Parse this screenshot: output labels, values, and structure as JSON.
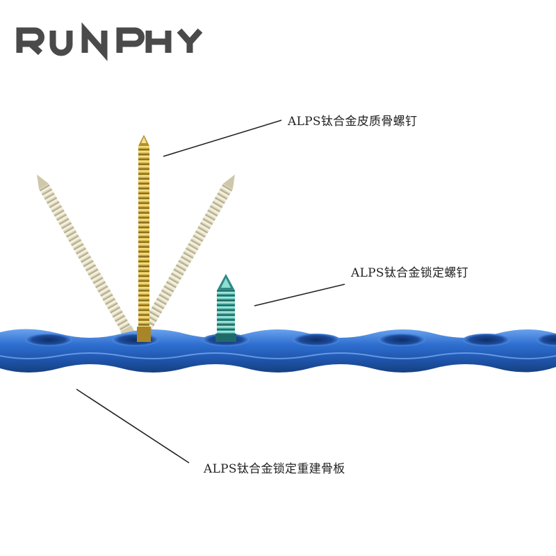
{
  "brand": {
    "logo_text": "RUNPHY",
    "color": "#4a4a4a"
  },
  "callouts": {
    "cortical_screw": "ALPS钛合金皮质骨螺钉",
    "locking_screw": "ALPS钛合金锁定螺钉",
    "reconstruction_plate": "ALPS钛合金锁定重建骨板"
  },
  "colors": {
    "plate_blue": "#2f6fd0",
    "gold_screw": "#c9a83a",
    "ghost_screw": "#d8d2b4",
    "teal_screw": "#3fa7a0",
    "leader_line": "#222222"
  }
}
